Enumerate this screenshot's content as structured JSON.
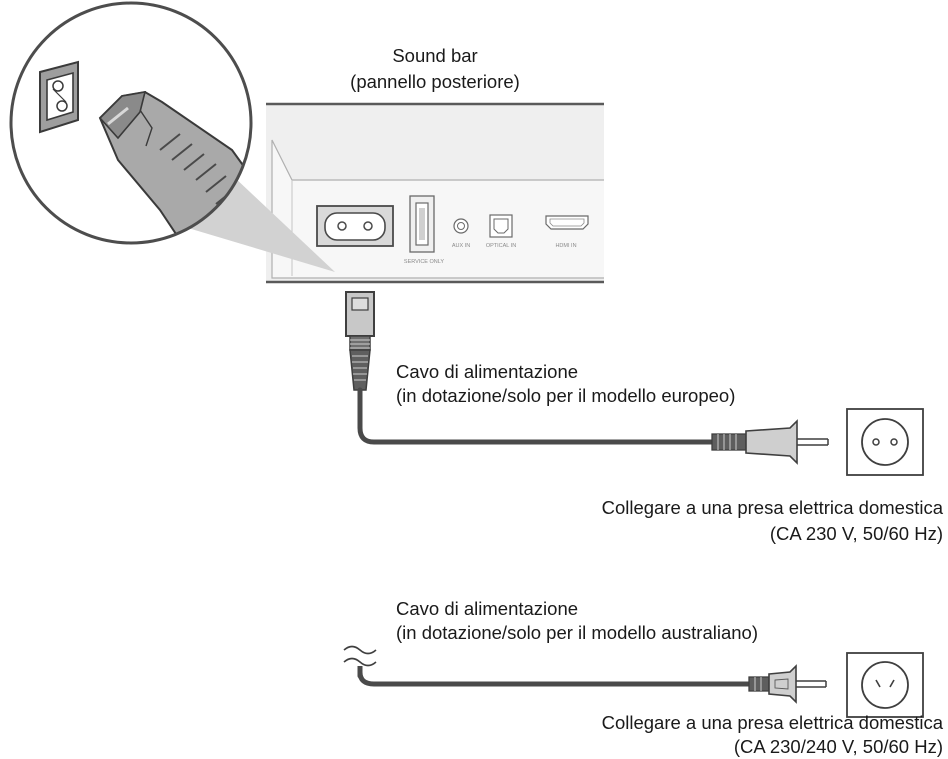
{
  "soundbar": {
    "title": "Sound bar",
    "subtitle": "(pannello posteriore)",
    "ports": {
      "service": "SERVICE ONLY",
      "aux": "AUX IN",
      "optical": "OPTICAL IN",
      "hdmi": "HDMI IN"
    }
  },
  "cable_eu": {
    "line1": "Cavo di alimentazione",
    "line2": "(in dotazione/solo per il modello europeo)"
  },
  "outlet_eu": {
    "line1": "Collegare a una presa elettrica domestica",
    "line2": "(CA 230 V, 50/60 Hz)"
  },
  "cable_au": {
    "line1": "Cavo di alimentazione",
    "line2": "(in dotazione/solo per il modello australiano)"
  },
  "outlet_au": {
    "line1": "Collegare a una presa elettrica domestica",
    "line2": "(CA 230/240 V, 50/60 Hz)"
  }
}
